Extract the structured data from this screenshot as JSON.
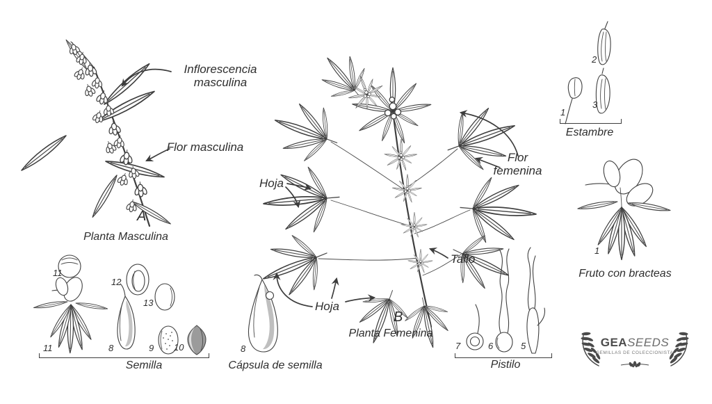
{
  "colors": {
    "ink": "#3c3c3c",
    "seed_gray": "#9b9b9b"
  },
  "male_plant": {
    "letter": "A",
    "caption": "Planta Masculina",
    "label_inflorescencia": "Inflorescencia masculina",
    "label_flor": "Flor masculina"
  },
  "female_plant": {
    "letter": "B",
    "caption": "Planta Femenina",
    "label_hoja_top": "Hoja",
    "label_hoja_bottom": "Hoja",
    "label_flor": "Flor femenina",
    "label_tallo": "Tallo"
  },
  "estambre": {
    "caption": "Estambre",
    "num_filament": "1",
    "num_anther_top": "2",
    "num_anther_side": "3"
  },
  "fruto": {
    "caption": "Fruto con bracteas",
    "num": "1"
  },
  "semilla": {
    "caption": "Semilla",
    "num_seed_round": "11",
    "num_seed_cut": "12",
    "num_seed_plain": "13",
    "num_cluster": "11",
    "num_capsule": "8",
    "num_seed_mottled": "9",
    "num_seed_dark": "10"
  },
  "capsula": {
    "caption": "Cápsula de semilla",
    "num": "8"
  },
  "pistilo": {
    "caption": "Pistilo",
    "num_young": "7",
    "num_mid": "6",
    "num_mature": "5"
  },
  "logo": {
    "brand_bold": "GEA",
    "brand_light": "SEEDS",
    "tagline": "SEMILLAS DE COLECCIONISTA"
  }
}
